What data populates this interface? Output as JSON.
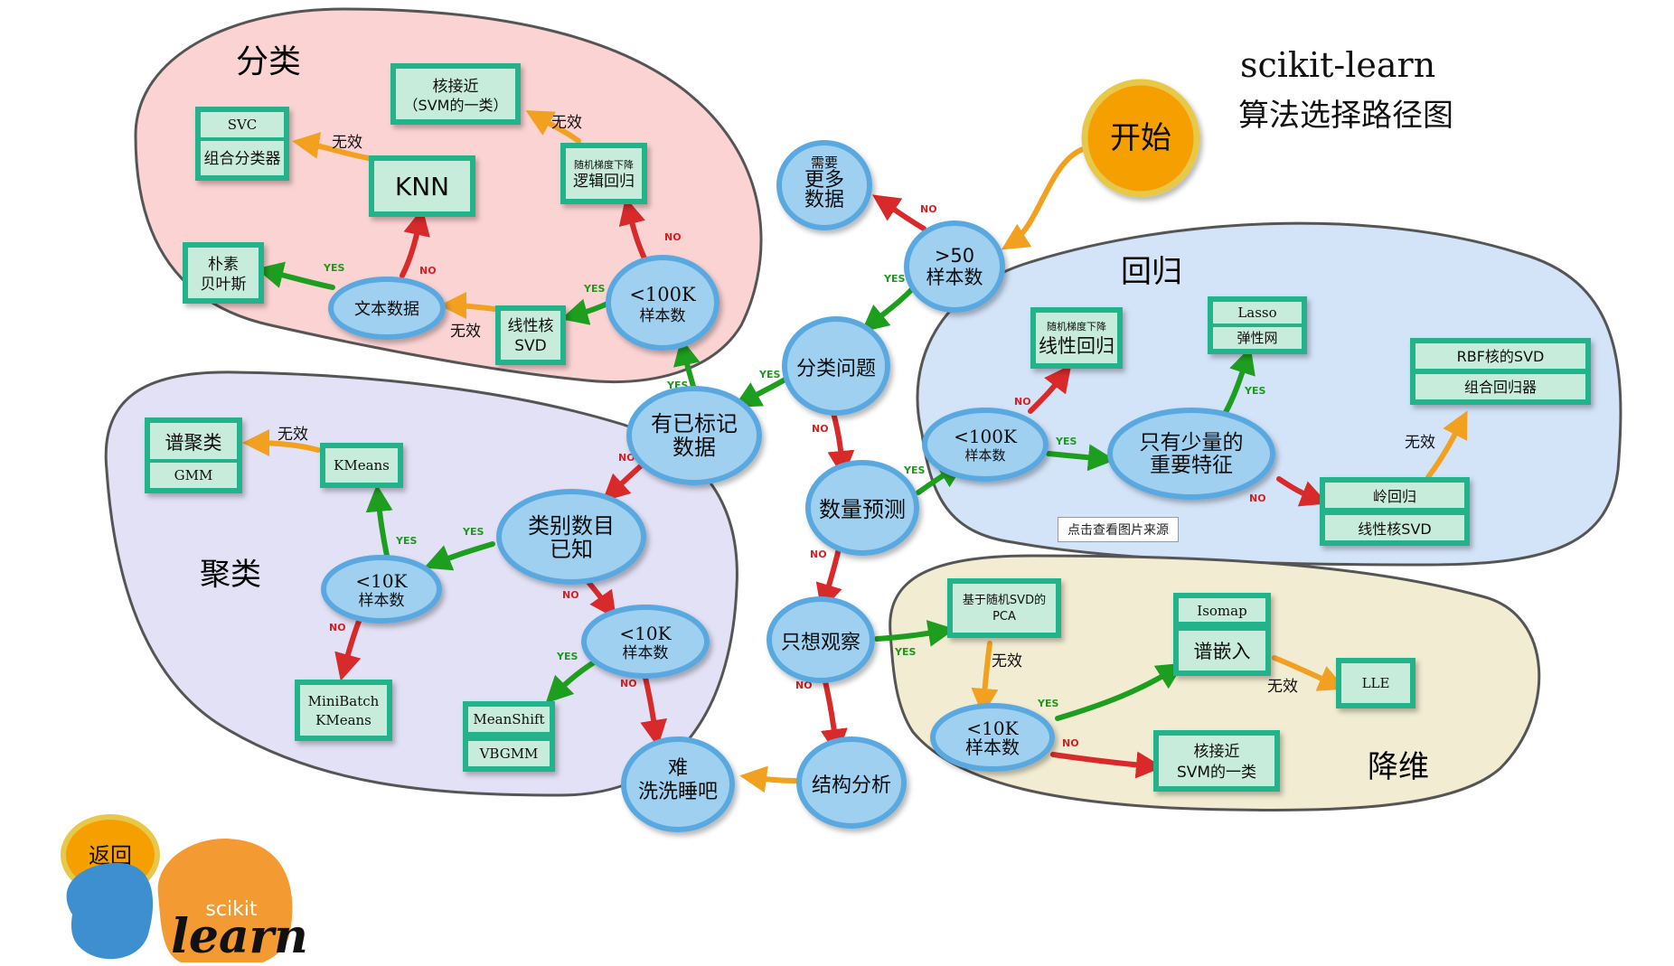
{
  "title": {
    "line1": "scikit-learn",
    "line2": "算法选择路径图"
  },
  "clusters": {
    "classification": "分类",
    "clustering": "聚类",
    "regression": "回归",
    "dim_reduction": "降维"
  },
  "decisions": {
    "start": "开始",
    "gt50": [
      "&gt;50",
      "样本数"
    ],
    "more_data": [
      "需要",
      "更多",
      "数据"
    ],
    "is_category": "分类问题",
    "labeled": [
      "有已标记",
      "数据"
    ],
    "quantity": "数量预测",
    "just_look": "只想观察",
    "structure": "结构分析",
    "tough": [
      "难",
      "洗洗睡吧"
    ],
    "cls_100k": [
      "<100K",
      "样本数"
    ],
    "text_data": "文本数据",
    "num_categories": [
      "类别数目",
      "已知"
    ],
    "clu_10k_left": [
      "<10K",
      "样本数"
    ],
    "clu_10k_right": [
      "<10K",
      "样本数"
    ],
    "reg_100k": [
      "<100K",
      "样本数"
    ],
    "few_features": [
      "只有少量的",
      "重要特征"
    ],
    "dim_10k": [
      "<10K",
      "样本数"
    ]
  },
  "estimators": {
    "svc": [
      "SVC",
      "组合分类器"
    ],
    "knn": "KNN",
    "kernel_approx_cls": [
      "核接近",
      "（SVM的一类）"
    ],
    "sgd_cls": [
      "随机梯度下降",
      "逻辑回归"
    ],
    "naive_bayes": [
      "朴素",
      "贝叶斯"
    ],
    "linear_svd": [
      "线性核",
      "SVD"
    ],
    "spectral": [
      "谱聚类",
      "GMM"
    ],
    "kmeans": "KMeans",
    "minibatch": [
      "MiniBatch",
      "KMeans"
    ],
    "meanshift": [
      "MeanShift",
      "VBGMM"
    ],
    "sgd_reg": [
      "随机梯度下降",
      "线性回归"
    ],
    "lasso": [
      "Lasso",
      "弹性网"
    ],
    "rbf_svd": [
      "RBF核的SVD",
      "组合回归器"
    ],
    "ridge": [
      "岭回归",
      "线性核SVD"
    ],
    "random_pca": [
      "基于随机SVD的",
      "PCA"
    ],
    "isomap": [
      "Isomap",
      "谱嵌入"
    ],
    "lle": "LLE",
    "kernel_approx_dim": [
      "核接近",
      "SVM的一类"
    ]
  },
  "edge_labels": {
    "yes": "YES",
    "no": "NO",
    "not_working": "无效"
  },
  "back_button": "返回",
  "source_link": "点击查看图片来源",
  "logo": {
    "small": "scikit",
    "big": "learn"
  },
  "colors": {
    "classification_bg": "#fbd3d3",
    "clustering_bg": "#e2e1f5",
    "regression_bg": "#d3e3f8",
    "dim_bg": "#f2ecd2",
    "decision_fill": "#9fd0f0",
    "decision_stroke": "#5aa8e0",
    "estimator_fill": "#23b38a",
    "estimator_inner": "#c8ecdc",
    "yes": "#1e9e1e",
    "no": "#d82a2a",
    "not_working": "#f2a020",
    "start": "#f5a000",
    "logo_blue": "#3d8fd0",
    "logo_orange": "#f39a32"
  }
}
